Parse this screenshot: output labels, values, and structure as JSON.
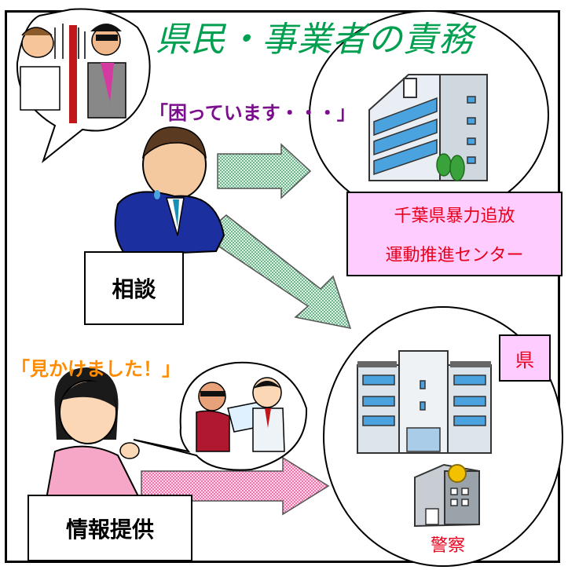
{
  "title": "県民・事業者の責務",
  "quote_troubled": "「困っています・・・」",
  "quote_witness": "「見かけました！」",
  "label_consult": "相談",
  "label_info": "情報提供",
  "center_line1": "千葉県暴力追放",
  "center_line2": "運動推進センター",
  "label_prefecture": "県",
  "label_police": "警察",
  "colors": {
    "title": "#00a050",
    "purple": "#7a0e8c",
    "orange": "#ff8c00",
    "red": "#e8001c",
    "pink": "#ffccff",
    "arrow_green": "#b9e3c7",
    "arrow_pink": "#ff99cc"
  },
  "icons": [
    "troubled-businessmen-illustration",
    "worried-man-illustration",
    "office-building-icon",
    "prefectural-building-icon",
    "police-station-icon",
    "woman-illustration",
    "handover-illustration"
  ]
}
